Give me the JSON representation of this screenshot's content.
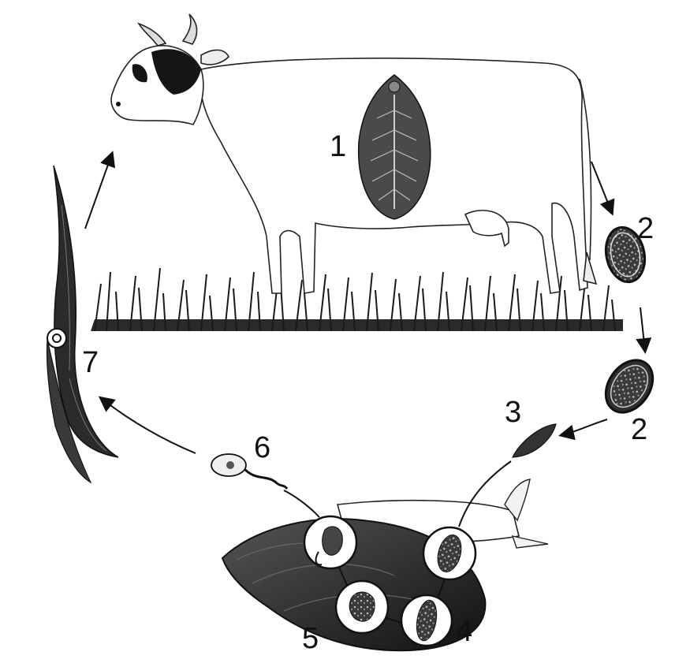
{
  "labels": {
    "cow": "1",
    "egg_shed": "2",
    "egg_embryonated": "2",
    "miracidium": "3",
    "sporocyst": "4",
    "redia": "5",
    "cercaria": "6",
    "metacercaria": "7"
  },
  "colors": {
    "ink": "#111111",
    "background": "#ffffff",
    "fluke": "#4a4a4a"
  }
}
